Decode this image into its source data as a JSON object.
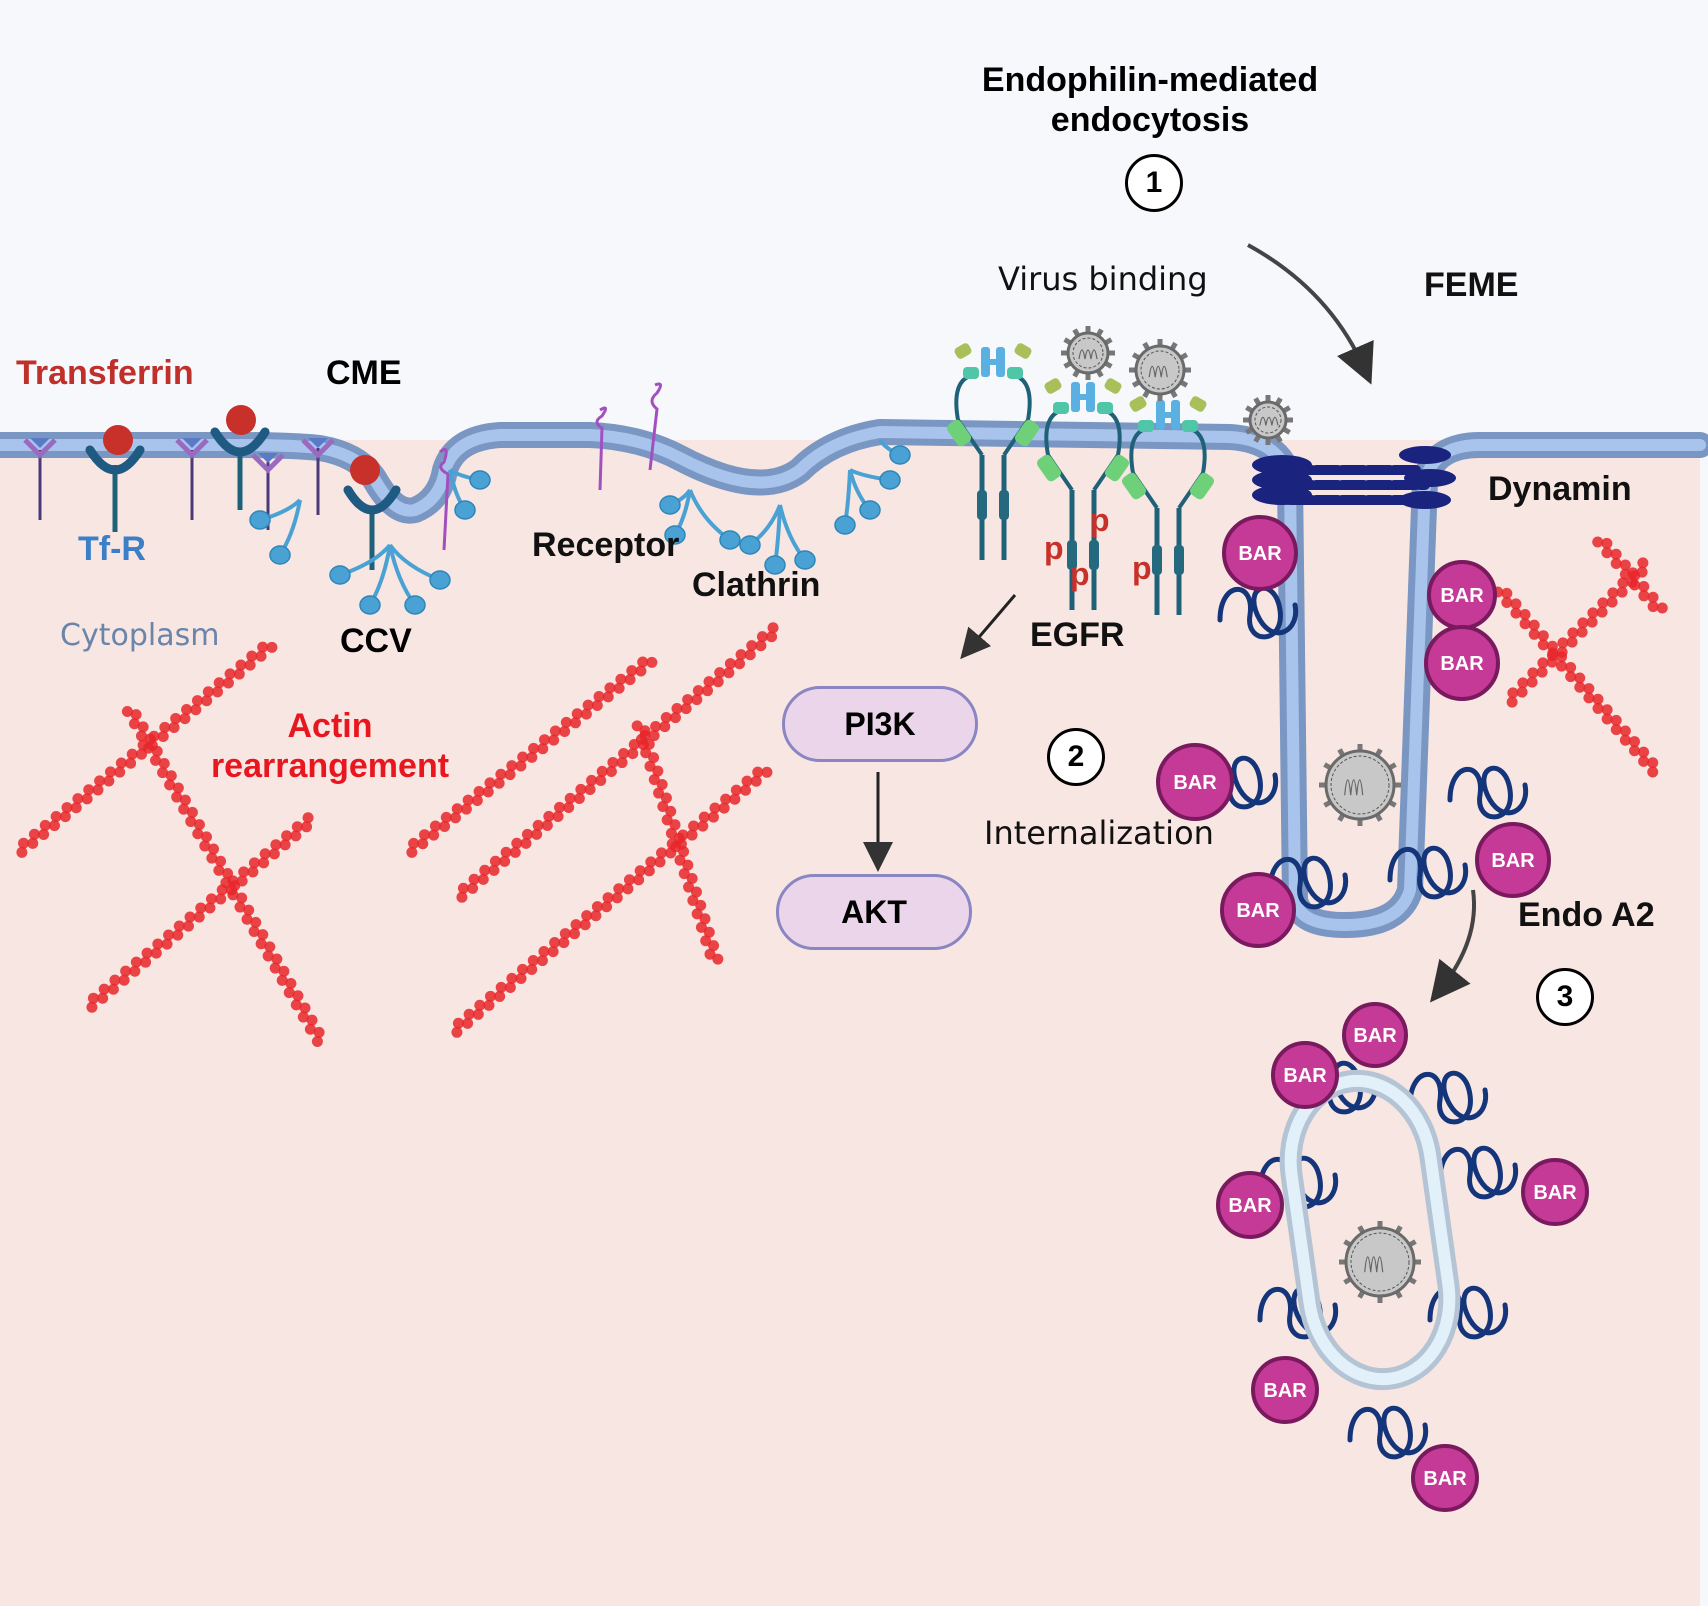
{
  "title": {
    "line1": "Endophilin-mediated",
    "line2": "endocytosis"
  },
  "steps": [
    {
      "number": "1"
    },
    {
      "number": "2"
    },
    {
      "number": "3"
    }
  ],
  "labels": {
    "transferrin": "Transferrin",
    "cme": "CME",
    "tf_r": "Tf-R",
    "cytoplasm": "Cytoplasm",
    "ccv": "CCV",
    "actin_line1": "Actin",
    "actin_line2": "rearrangement",
    "receptor": "Receptor",
    "clathrin": "Clathrin",
    "virus_binding": "Virus binding",
    "feme": "FEME",
    "egfr": "EGFR",
    "dynamin": "Dynamin",
    "internalization": "Internalization",
    "endo_a2": "Endo A2",
    "phospho": "p"
  },
  "pathway": {
    "nodes": [
      "PI3K",
      "AKT"
    ]
  },
  "bar_label": "BAR",
  "colors": {
    "extracellular": "#f7f8fc",
    "cytoplasm": "#f8e6e2",
    "membrane_outer": "#7a96c2",
    "membrane_inner": "#a8c4ec",
    "transferrin": "#c8302a",
    "transferrin_label": "#c0302a",
    "tfr_label": "#3a7fc8",
    "cytoplasm_label": "#6a84aa",
    "actin": "#e8262a",
    "clathrin": "#4aa2d4",
    "egfr_stem": "#1f6178",
    "egfr_green": "#6fd07a",
    "egfr_teal": "#4fc6a8",
    "egfr_olive": "#a8bf5a",
    "bar_fill": "#c43a96",
    "bar_border": "#7a1a5e",
    "endophilin": "#14357a",
    "dynamin": "#1a237e",
    "virus": "#9a9a9a",
    "pill_fill": "#ebd5ea",
    "pill_border": "#8a86c2",
    "receptor_purple": "#a24fc0",
    "phospho_label": "#c8302a"
  }
}
